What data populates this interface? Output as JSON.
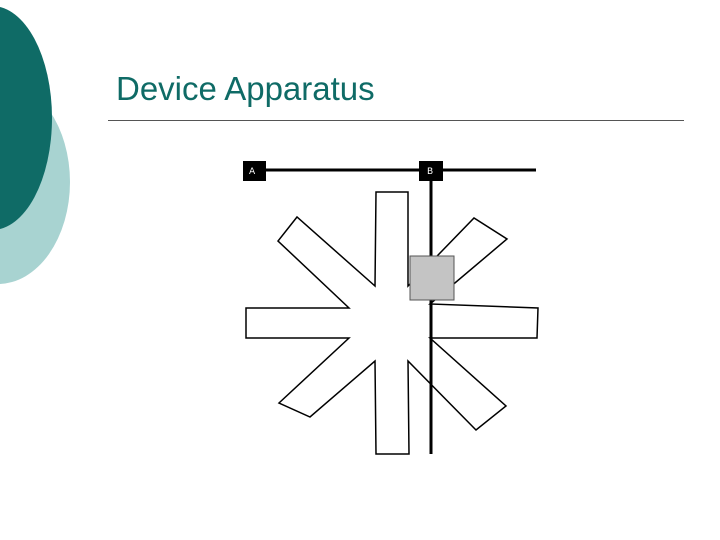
{
  "slide": {
    "title": "Device Apparatus"
  },
  "diagram": {
    "labels": {
      "a": "A",
      "b": "B"
    }
  },
  "colors": {
    "title": "#0f6b66",
    "decor_dark": "#0f6b66",
    "decor_light": "#a8d3d1",
    "device": "#c4c4c4"
  }
}
